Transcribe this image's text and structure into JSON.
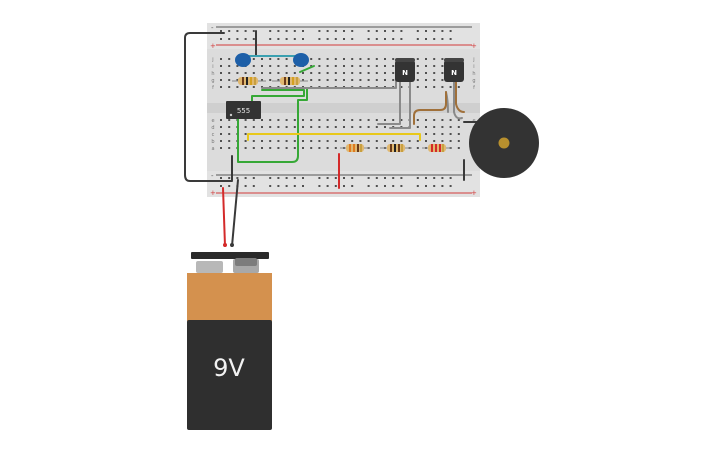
{
  "chip": {
    "label": "555"
  },
  "transistors": [
    {
      "label": "N"
    },
    {
      "label": "N"
    }
  ],
  "battery": {
    "label": "9V"
  },
  "breadboard": {
    "row_letters_top": [
      "j",
      "i",
      "h",
      "g",
      "f"
    ],
    "row_letters_bottom": [
      "e",
      "d",
      "c",
      "b",
      "a"
    ],
    "rail_plus": "+",
    "rail_minus": "-"
  },
  "colors": {
    "board": "#dcdcdc",
    "board_light": "#e6e6e6",
    "hole": "#505050",
    "rail_red": "#d33a3a",
    "rail_black": "#555555",
    "wire_black": "#3a3a3a",
    "wire_red": "#d42a2a",
    "wire_green": "#36a836",
    "wire_yellow": "#e8c81a",
    "wire_brown": "#a0703a",
    "wire_gray": "#8a8a8a",
    "wire_teal": "#3aa0b0",
    "capacitor": "#1d5fa8",
    "chip": "#333333",
    "transistor": "#333333",
    "buzzer": "#333333",
    "buzzer_center": "#b8902e",
    "battery_top": "#d4914e",
    "battery_body": "#2f2f2f",
    "battery_cap": "#2a2a2a"
  }
}
